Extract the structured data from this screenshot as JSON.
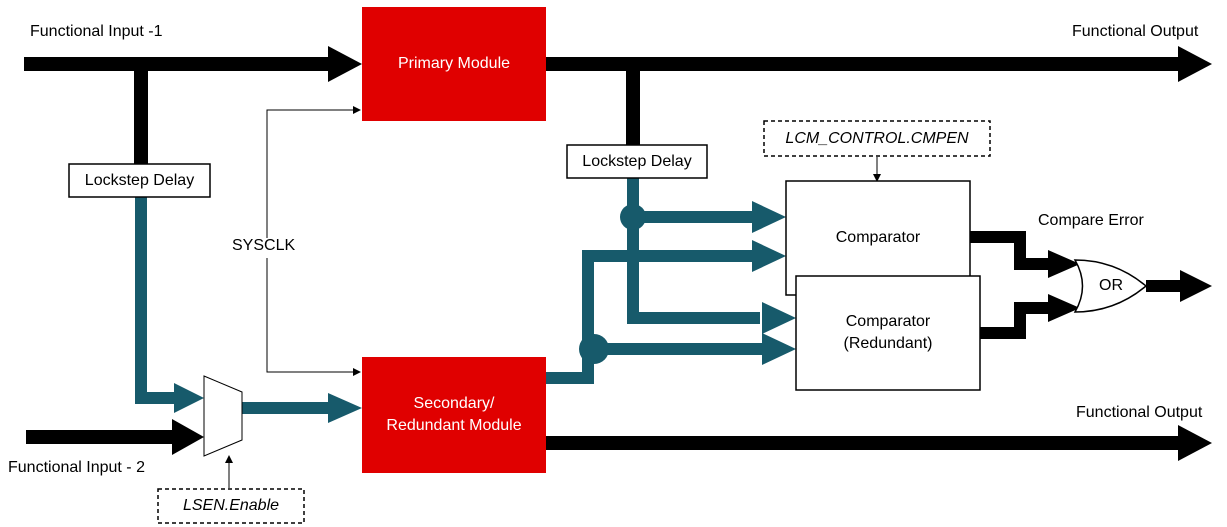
{
  "labels": {
    "functional_input_1": "Functional Input -1",
    "functional_input_2": "Functional Input - 2",
    "functional_output_top": "Functional Output",
    "functional_output_bottom": "Functional Output",
    "primary_module": "Primary Module",
    "secondary_module_line1": "Secondary/",
    "secondary_module_line2": "Redundant Module",
    "lockstep_delay_left": "Lockstep Delay",
    "lockstep_delay_right": "Lockstep Delay",
    "sysclk": "SYSCLK",
    "lcm_control": "LCM_CONTROL.CMPEN",
    "lsen_enable": "LSEN.Enable",
    "comparator": "Comparator",
    "comparator_redundant_line1": "Comparator",
    "comparator_redundant_line2": "(Redundant)",
    "compare_error": "Compare Error",
    "or_gate": "OR"
  },
  "colors": {
    "module_red": "#e00000",
    "teal_bus": "#175a6b",
    "black_bus": "#000000"
  }
}
